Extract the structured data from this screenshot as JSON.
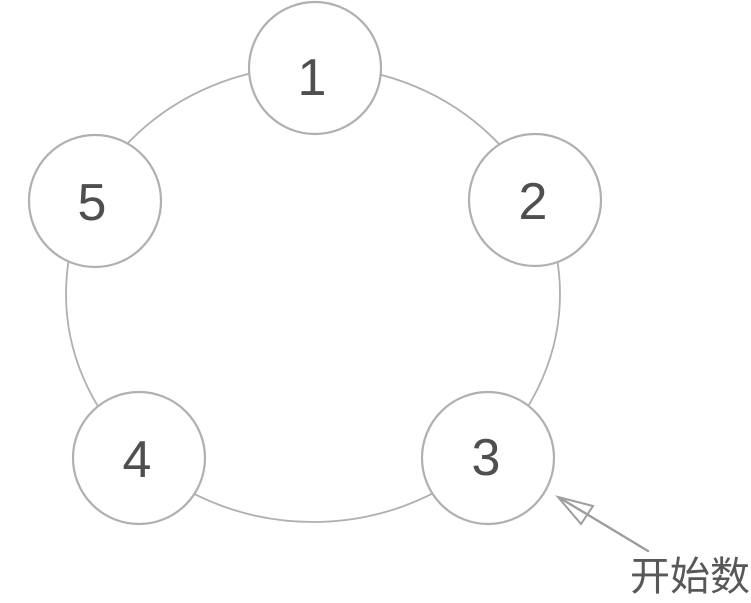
{
  "diagram": {
    "type": "circular-ring-of-nodes",
    "nodes": [
      {
        "label": "1"
      },
      {
        "label": "2"
      },
      {
        "label": "3"
      },
      {
        "label": "4"
      },
      {
        "label": "5"
      }
    ],
    "annotation": {
      "label": "开始数",
      "target_node": "3"
    },
    "colors": {
      "background": "#ffffff",
      "stroke": "#b0b0b0",
      "number": "#4f4f4f",
      "arrow": "#9e9e9e",
      "label_text": "#585858"
    }
  }
}
